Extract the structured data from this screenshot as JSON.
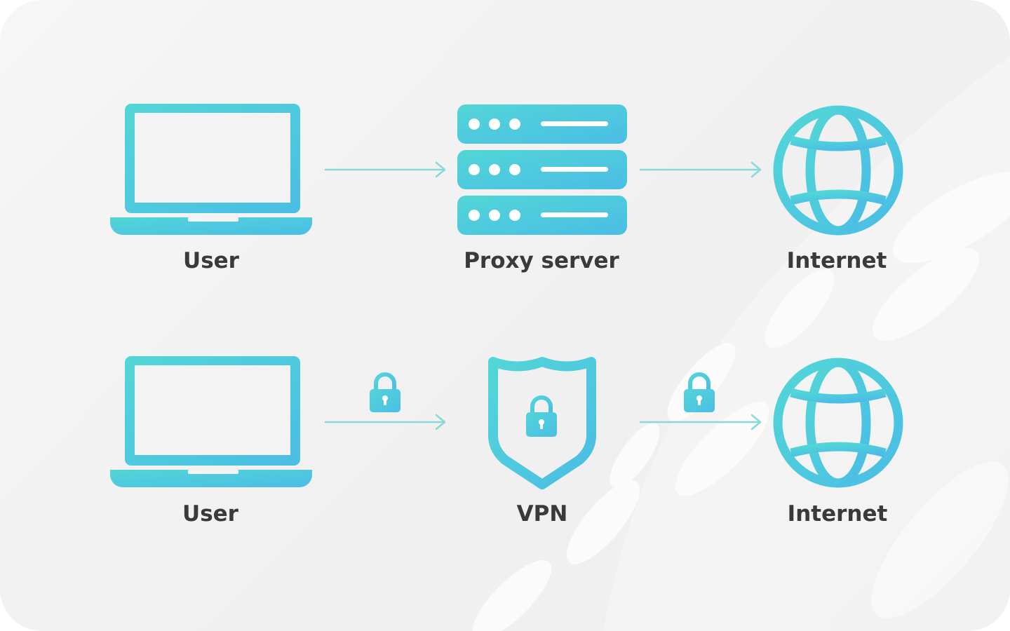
{
  "diagram": {
    "rows": [
      {
        "id": "proxy",
        "nodes": [
          {
            "id": "user",
            "label": "User",
            "icon": "laptop-icon"
          },
          {
            "id": "proxy-server",
            "label": "Proxy server",
            "icon": "server-stack-icon"
          },
          {
            "id": "internet",
            "label": "Internet",
            "icon": "globe-icon"
          }
        ],
        "edges": [
          {
            "from": "user",
            "to": "proxy-server",
            "locked": false
          },
          {
            "from": "proxy-server",
            "to": "internet",
            "locked": false
          }
        ]
      },
      {
        "id": "vpn",
        "nodes": [
          {
            "id": "user",
            "label": "User",
            "icon": "laptop-icon"
          },
          {
            "id": "vpn",
            "label": "VPN",
            "icon": "shield-lock-icon"
          },
          {
            "id": "internet",
            "label": "Internet",
            "icon": "globe-icon"
          }
        ],
        "edges": [
          {
            "from": "user",
            "to": "vpn",
            "locked": true,
            "icon": "lock-icon"
          },
          {
            "from": "vpn",
            "to": "internet",
            "locked": true,
            "icon": "lock-icon"
          }
        ]
      }
    ]
  },
  "colors": {
    "icon_gradient_start": "#52d6d6",
    "icon_gradient_end": "#4bbde6",
    "arrow": "#88dada",
    "label": "#3a3a3a",
    "background": "#f2f2f2"
  }
}
